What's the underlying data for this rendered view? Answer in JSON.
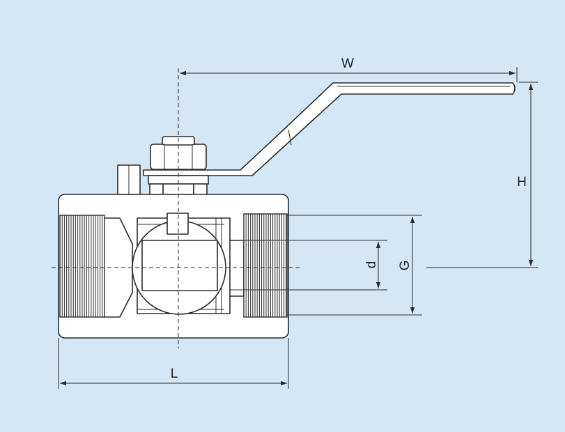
{
  "colors": {
    "background": "#d4e7f7",
    "line": "#2b2b2b",
    "body_fill": "#ffffff"
  },
  "labels": {
    "W": "W",
    "H": "H",
    "L": "L",
    "G": "G",
    "d": "d"
  }
}
